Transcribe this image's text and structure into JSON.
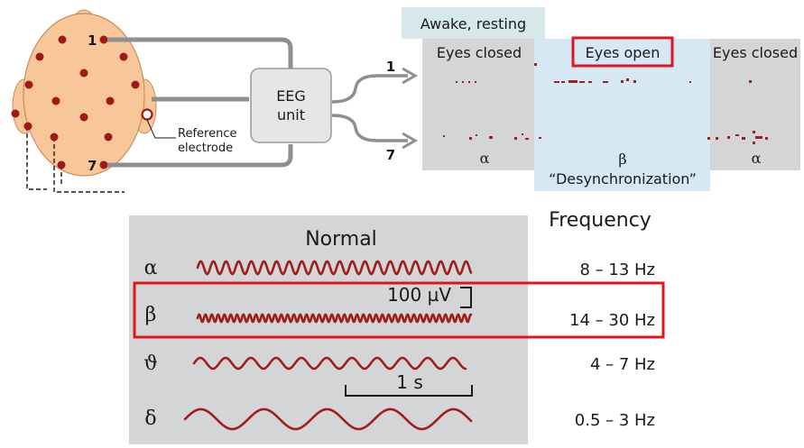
{
  "header": {
    "title": "Awake, resting"
  },
  "montage": {
    "unit_line1": "EEG",
    "unit_line2": "unit",
    "electrode_top": "1",
    "electrode_bottom": "7",
    "reference_line1": "Reference",
    "reference_line2": "electrode",
    "channel_top": "1",
    "channel_bottom": "7"
  },
  "recording": {
    "left_label": "Eyes closed",
    "center_label": "Eyes open",
    "right_label": "Eyes closed",
    "left_rhythm": "α",
    "center_rhythm": "β",
    "center_note": "“Desynchronization”",
    "right_rhythm": "α"
  },
  "waves": {
    "title": "Normal",
    "frequency_header": "Frequency",
    "amplitude_scale": "100 µV",
    "time_scale": "1 s",
    "rows": [
      {
        "symbol": "α",
        "frequency": "8 – 13 Hz",
        "cycles_per_second": 10,
        "amplitude": 7
      },
      {
        "symbol": "β",
        "frequency": "14 – 30 Hz",
        "cycles_per_second": 20,
        "amplitude": 4
      },
      {
        "symbol": "ϑ",
        "frequency": "4 – 7 Hz",
        "cycles_per_second": 5,
        "amplitude": 6
      },
      {
        "symbol": "δ",
        "frequency": "0.5 – 3 Hz",
        "cycles_per_second": 2,
        "amplitude": 11
      }
    ]
  },
  "colors": {
    "highlight": "#e0161e",
    "wave": "#a31d1d",
    "electrode": "#a01818",
    "skin": "#f7c79a",
    "panel_gray": "#d4d5d6",
    "panel_blue": "#d6e8f4",
    "header_bg": "#d6e8ea"
  }
}
